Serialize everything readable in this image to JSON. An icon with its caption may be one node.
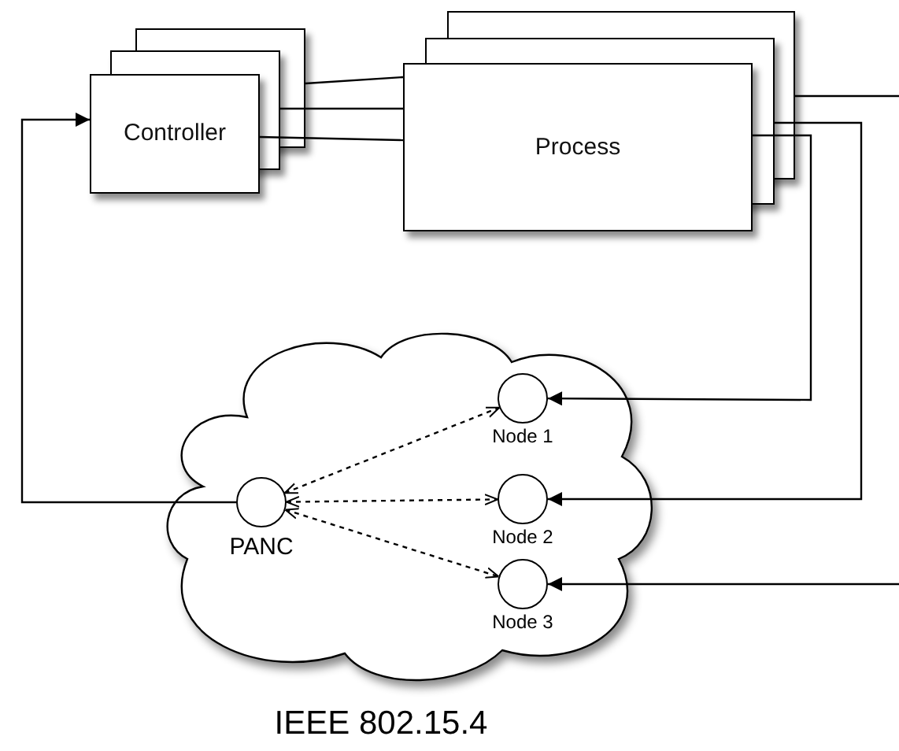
{
  "diagram": {
    "nodes": [
      {
        "text": [
          "Controller"
        ]
      },
      {
        "text": [
          "Process"
        ]
      },
      {
        "text": [
          "IEEE 802.15.4"
        ]
      },
      {
        "text": [
          "PANC"
        ],
        "in": 2
      },
      {
        "text": [
          "Node 1"
        ],
        "in": 2
      },
      {
        "text": [
          "Node 2"
        ],
        "in": 2
      },
      {
        "text": [
          "Node 3"
        ],
        "in": 2
      }
    ],
    "edges": [
      {
        "from": 0,
        "to": 1,
        "arrow": "none"
      },
      {
        "from": 0,
        "to": 1,
        "arrow": "none"
      },
      {
        "from": 0,
        "to": 1,
        "arrow": "none"
      },
      {
        "from": 1,
        "to": null,
        "arrow": "none"
      },
      {
        "from": 1,
        "to": 5,
        "arrow": "to"
      },
      {
        "from": 1,
        "to": 4,
        "arrow": "to"
      },
      {
        "from": null,
        "to": 6,
        "arrow": "to"
      },
      {
        "from": 3,
        "to": 0,
        "arrow": "to"
      },
      {
        "from": 3,
        "to": 4,
        "arrow": "both",
        "style": "dashed"
      },
      {
        "from": 3,
        "to": 5,
        "arrow": "both",
        "style": "dashed"
      },
      {
        "from": 3,
        "to": 6,
        "arrow": "both",
        "style": "dashed"
      }
    ]
  }
}
